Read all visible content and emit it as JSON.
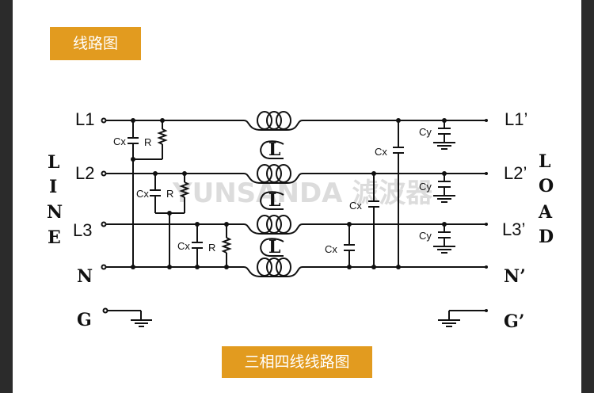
{
  "header": {
    "title": "线路图"
  },
  "footer": {
    "caption": "三相四线线路图"
  },
  "watermark": "YUNSANDA 滤波器",
  "line_side": {
    "vertical_label": [
      "L",
      "I",
      "N",
      "E"
    ],
    "terminals": [
      "L1",
      "L2",
      "L3",
      "N",
      "G"
    ]
  },
  "load_side": {
    "vertical_label": [
      "L",
      "O",
      "A",
      "D"
    ],
    "terminals": [
      "L1’",
      "L2’",
      "L3’",
      "N’",
      "G’"
    ]
  },
  "components": {
    "cx": "Cx",
    "cy": "Cy",
    "r": "R",
    "inductor": "L"
  },
  "colors": {
    "accent": "#e29b1f",
    "border": "#2b2b2b"
  }
}
